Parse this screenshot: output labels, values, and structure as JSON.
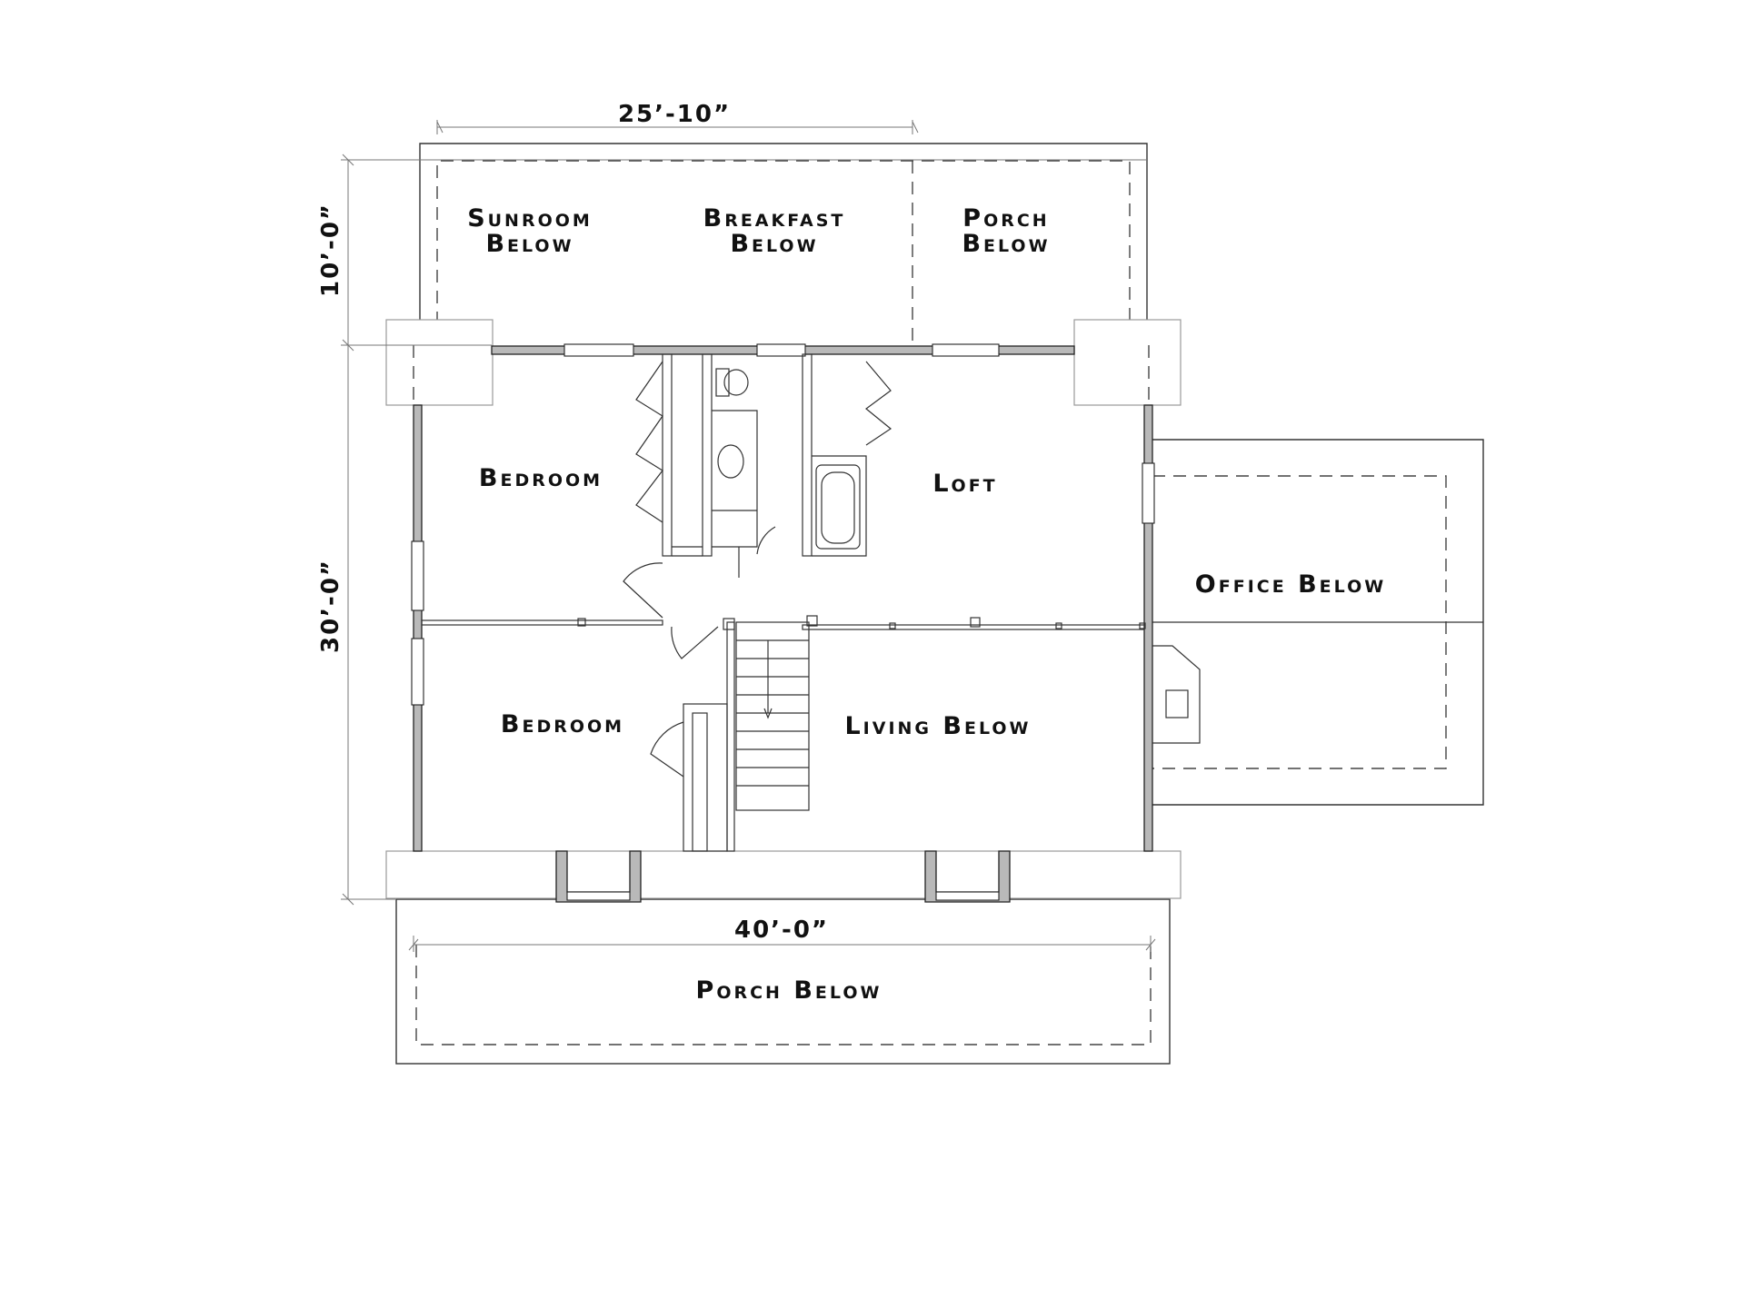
{
  "dimensions": {
    "top_width": "25’-10”",
    "rear_depth": "10’-0”",
    "main_depth": "30’-0”",
    "main_width": "40’-0”"
  },
  "rooms": {
    "sunroom_below": [
      "Sunroom",
      "Below"
    ],
    "breakfast_below": [
      "Breakfast",
      "Below"
    ],
    "porch_below_rear": [
      "Porch",
      "Below"
    ],
    "bedroom_upper": "Bedroom",
    "loft": "Loft",
    "office_below": "Office Below",
    "bedroom_lower": "Bedroom",
    "living_below": "Living Below",
    "porch_below_front": "Porch Below"
  },
  "colors": {
    "wall_fill": "#b9b9b9",
    "line": "#333333",
    "background": "#ffffff"
  }
}
